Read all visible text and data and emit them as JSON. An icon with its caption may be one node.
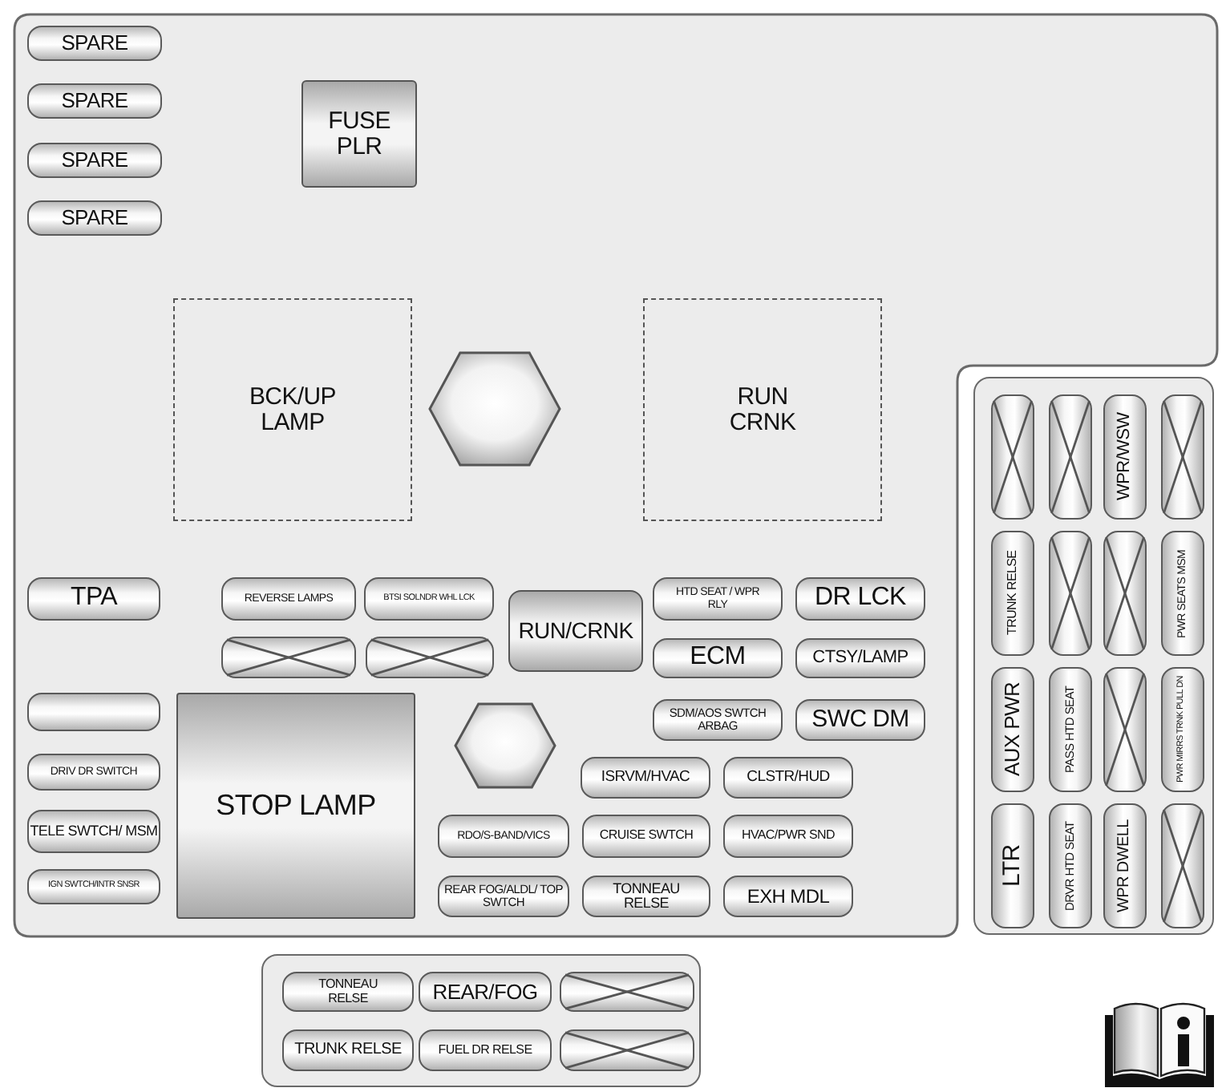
{
  "diagram": {
    "nodes": [
      {
        "text": [],
        "shape": "box"
      },
      {
        "text": [
          "SPARE"
        ],
        "in": 0
      },
      {
        "text": [
          "SPARE"
        ],
        "in": 0
      },
      {
        "text": [
          "SPARE"
        ],
        "in": 0
      },
      {
        "text": [
          "SPARE"
        ],
        "in": 0
      },
      {
        "text": [
          "FUSE PLR"
        ],
        "in": 0
      },
      {
        "text": [
          "BCK/UP LAMP"
        ],
        "in": 0
      },
      {
        "text": [],
        "shape": "hexagon",
        "in": 0
      },
      {
        "text": [
          "RUN CRNK"
        ],
        "in": 0
      },
      {
        "text": [
          "TPA"
        ],
        "in": 0
      },
      {
        "text": [
          "REVERSE LAMPS"
        ],
        "in": 0
      },
      {
        "text": [
          "BTSI SOLNDR WHL LCK"
        ],
        "in": 0
      },
      {
        "text": [
          "RUN/CRNK"
        ],
        "in": 0
      },
      {
        "text": [
          "HTD SEAT / WPR RLY"
        ],
        "in": 0
      },
      {
        "text": [
          "DR LCK"
        ],
        "in": 0
      },
      {
        "text": [],
        "shape": "box",
        "in": 0
      },
      {
        "text": [],
        "shape": "box",
        "in": 0
      },
      {
        "text": [
          "ECM"
        ],
        "in": 0
      },
      {
        "text": [
          "CTSY/LAMP"
        ],
        "in": 0
      },
      {
        "text": [],
        "shape": "box",
        "in": 0
      },
      {
        "text": [
          "STOP LAMP"
        ],
        "in": 0
      },
      {
        "text": [],
        "shape": "hexagon",
        "in": 0
      },
      {
        "text": [
          "SDM/AOS SWTCH ARBAG"
        ],
        "in": 0
      },
      {
        "text": [
          "SWC DM"
        ],
        "in": 0
      },
      {
        "text": [
          "DRIV DR SWITCH"
        ],
        "in": 0
      },
      {
        "text": [
          "ISRVM/HVAC"
        ],
        "in": 0
      },
      {
        "text": [
          "CLSTR/HUD"
        ],
        "in": 0
      },
      {
        "text": [
          "TELE SWTCH/ MSM"
        ],
        "in": 0
      },
      {
        "text": [
          "RDO/S-BAND/VICS"
        ],
        "in": 0
      },
      {
        "text": [
          "CRUISE SWTCH"
        ],
        "in": 0
      },
      {
        "text": [
          "HVAC/PWR SND"
        ],
        "in": 0
      },
      {
        "text": [
          "IGN SWTCH/INTR SNSR"
        ],
        "in": 0
      },
      {
        "text": [
          "REAR FOG/ALDL/ TOP SWTCH"
        ],
        "in": 0
      },
      {
        "text": [
          "TONNEAU RELSE"
        ],
        "in": 0
      },
      {
        "text": [
          "EXH MDL"
        ],
        "in": 0
      },
      {
        "text": [],
        "shape": "box"
      },
      {
        "text": [],
        "shape": "box",
        "in": 35
      },
      {
        "text": [],
        "shape": "box",
        "in": 35
      },
      {
        "text": [
          "WPR/WSW"
        ],
        "in": 35
      },
      {
        "text": [],
        "shape": "box",
        "in": 35
      },
      {
        "text": [
          "TRUNK RELSE"
        ],
        "in": 35
      },
      {
        "text": [],
        "shape": "box",
        "in": 35
      },
      {
        "text": [],
        "shape": "box",
        "in": 35
      },
      {
        "text": [
          "PWR SEATS MSM"
        ],
        "in": 35
      },
      {
        "text": [
          "AUX PWR"
        ],
        "in": 35
      },
      {
        "text": [
          "PASS HTD SEAT"
        ],
        "in": 35
      },
      {
        "text": [],
        "shape": "box",
        "in": 35
      },
      {
        "text": [
          "PWR MIRRS TRNK PULL DN"
        ],
        "in": 35
      },
      {
        "text": [
          "LTR"
        ],
        "in": 35
      },
      {
        "text": [
          "DRVR HTD SEAT"
        ],
        "in": 35
      },
      {
        "text": [
          "WPR DWELL"
        ],
        "in": 35
      },
      {
        "text": [],
        "shape": "box",
        "in": 35
      },
      {
        "text": [],
        "shape": "box"
      },
      {
        "text": [
          "TONNEAU RELSE"
        ],
        "in": 52
      },
      {
        "text": [
          "REAR/FOG"
        ],
        "in": 52
      },
      {
        "text": [],
        "shape": "box",
        "in": 52
      },
      {
        "text": [
          "TRUNK RELSE"
        ],
        "in": 52
      },
      {
        "text": [
          "FUEL DR RELSE"
        ],
        "in": 52
      },
      {
        "text": [],
        "shape": "box",
        "in": 52
      }
    ]
  }
}
